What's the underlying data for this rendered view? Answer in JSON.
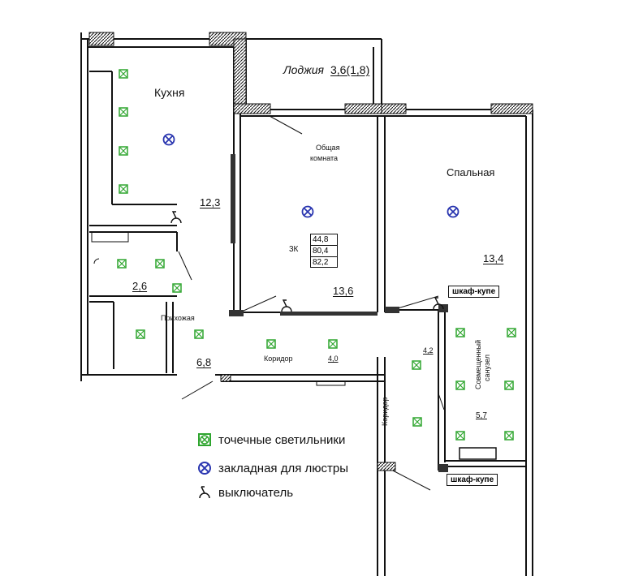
{
  "rooms": {
    "kitchen": {
      "name": "Кухня",
      "area": "12,3"
    },
    "loggia": {
      "name": "Лоджия",
      "area": "3,6(1,8)"
    },
    "living": {
      "name_line1": "Общая",
      "name_line2": "комната",
      "area": "13,6"
    },
    "bedroom": {
      "name": "Спальная",
      "area": "13,4"
    },
    "hall": {
      "name": "Прихожая",
      "area": "6,8"
    },
    "storage": {
      "area": "2,6"
    },
    "corridor1": {
      "name": "Коридор",
      "area": "4,0"
    },
    "corridor2": {
      "name": "Коридор",
      "area": "4,2"
    },
    "bathroom": {
      "name_line1": "Совмещенный",
      "name_line2": "санузел",
      "area": "5,7"
    }
  },
  "info": {
    "rooms_label": "3К",
    "living_area": "44,8",
    "total_area": "80,4",
    "total_with_loggia": "82,2"
  },
  "tags": {
    "wardrobe_top": "шкаф-купе",
    "wardrobe_bottom": "шкаф-купе"
  },
  "legend": {
    "spot": "точечные светильники",
    "chandelier": "закладная для люстры",
    "switch": "выключатель"
  },
  "colors": {
    "spot": "#2fa52f",
    "chandelier": "#2a36b0",
    "wall": "#111111"
  }
}
